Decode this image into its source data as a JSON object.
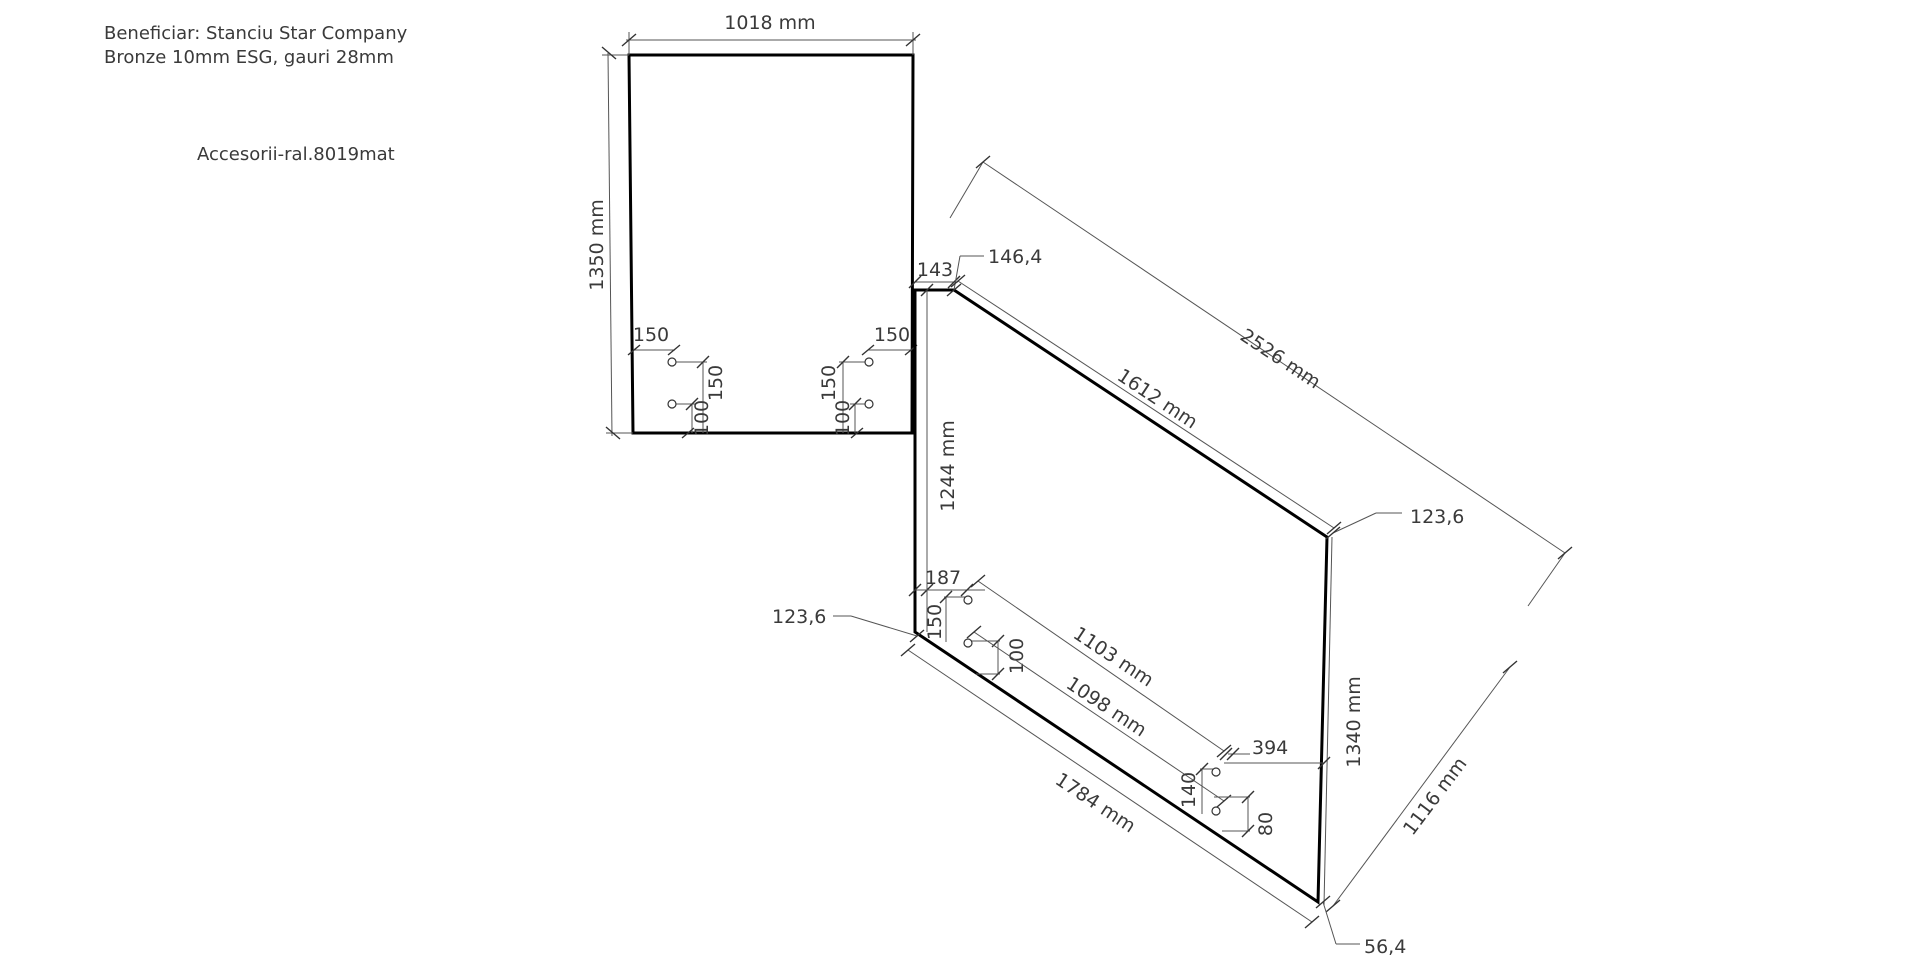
{
  "notes": {
    "beneficiar": "Beneficiar: Stanciu Star Company",
    "material": "Bronze 10mm ESG, gauri 28mm",
    "accesorii": "Accesorii-ral.8019mat"
  },
  "panel1": {
    "width": "1018 mm",
    "height": "1350 mm",
    "hole_offset_left": "150",
    "hole_offset_right": "150",
    "hole_height_left": "150",
    "hole_height_right": "150",
    "hole_spacing_left": "100",
    "hole_spacing_right": "100"
  },
  "panel2": {
    "top_short": "143",
    "top_notch": "146,4",
    "diagonal_top": "1612 mm",
    "overall_diagonal": "2526 mm",
    "right_corner": "123,6",
    "left_corner": "123,6",
    "left_height": "1244 mm",
    "right_height": "1340 mm",
    "bottom_length": "1784 mm",
    "depth": "1116 mm",
    "bottom_offset": "56,4",
    "hole1_offset": "187",
    "hole1_height": "150",
    "hole1_spacing": "100",
    "hole_span_top": "1103 mm",
    "hole_span_bottom": "1098 mm",
    "hole2_offset": "394",
    "hole2_height": "140",
    "hole2_spacing": "80"
  }
}
